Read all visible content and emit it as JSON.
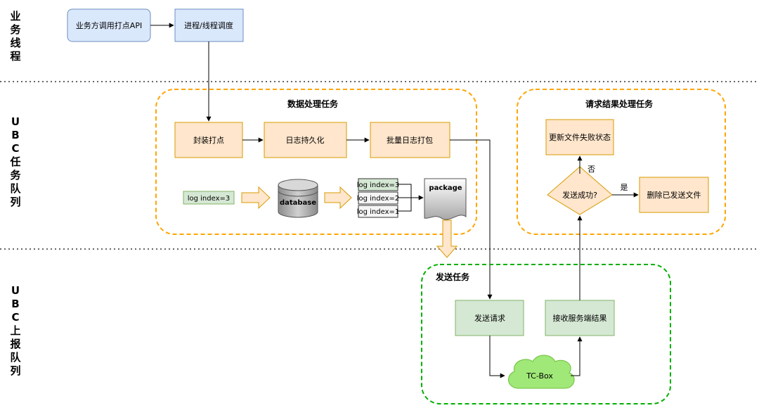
{
  "lanes": {
    "business": [
      "业",
      "务",
      "线",
      "程"
    ],
    "task_queue": [
      "U",
      "B",
      "C",
      "任",
      "务",
      "队",
      "列"
    ],
    "report_queue": [
      "U",
      "B",
      "C",
      "上",
      "报",
      "队",
      "列"
    ]
  },
  "business_lane": {
    "call_api": "业务方调用打点API",
    "scheduling": "进程/线程调度"
  },
  "data_task": {
    "title": "数据处理任务",
    "wrap": "封装打点",
    "persist": "日志持久化",
    "batch_pack": "批量日志打包",
    "log_single": "log index=3",
    "database": "database",
    "log_list": [
      "log index=3",
      "log index=2",
      "log index=1"
    ],
    "package": "package"
  },
  "result_task": {
    "title": "请求结果处理任务",
    "update_fail": "更新文件失败状态",
    "decision": "发送成功?",
    "no_label": "否",
    "yes_label": "是",
    "delete_sent": "删除已发送文件"
  },
  "send_task": {
    "title": "发送任务",
    "send_request": "发送请求",
    "receive_result": "接收服务端结果",
    "tcbox": "TC-Box"
  },
  "colors": {
    "blue_fill": "#dae8fc",
    "blue_stroke": "#6c8ebf",
    "orange_fill": "#ffe6cc",
    "orange_stroke": "#d79b00",
    "dash_orange": "#ffa500",
    "dash_green": "#00b000",
    "green_fill": "#d5e8d4",
    "green_stroke": "#82b366",
    "cloud_fill": "#a0e878",
    "arrow_fill": "#ffe6cc"
  }
}
